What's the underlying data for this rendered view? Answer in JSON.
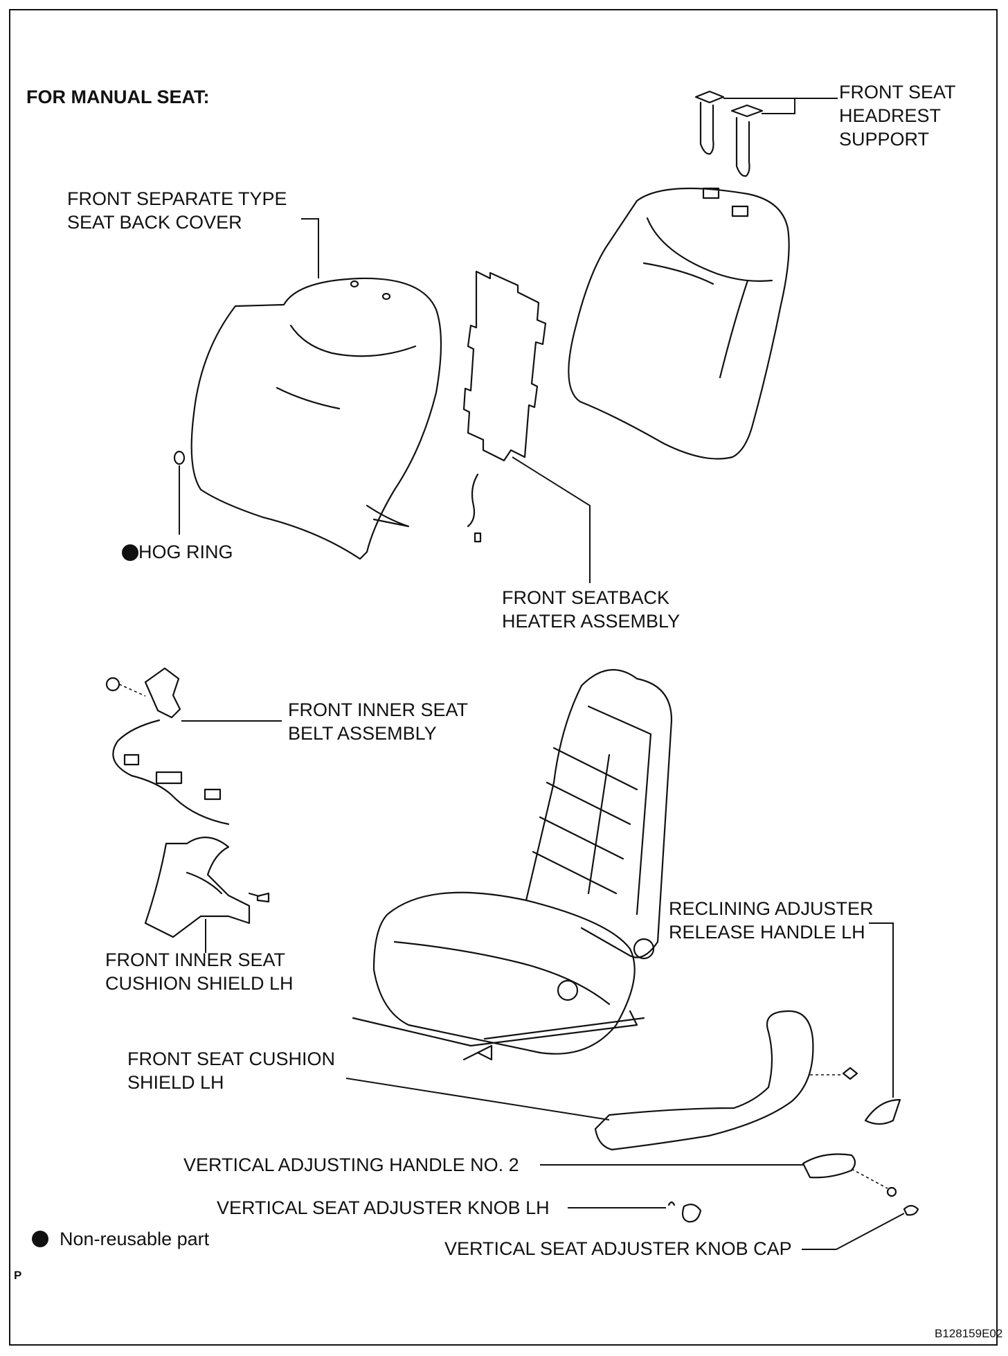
{
  "title": "FOR MANUAL SEAT:",
  "labels": {
    "headrest_support": [
      "FRONT SEAT",
      "HEADREST",
      "SUPPORT"
    ],
    "seat_back_cover": [
      "FRONT SEPARATE TYPE",
      "SEAT BACK COVER"
    ],
    "hog_ring": "HOG RING",
    "seatback_heater": [
      "FRONT SEATBACK",
      "HEATER ASSEMBLY"
    ],
    "inner_seat_belt": [
      "FRONT INNER SEAT",
      "BELT ASSEMBLY"
    ],
    "inner_cushion_shield": [
      "FRONT INNER SEAT",
      "CUSHION SHIELD LH"
    ],
    "reclining_handle": [
      "RECLINING ADJUSTER",
      "RELEASE HANDLE LH"
    ],
    "cushion_shield": [
      "FRONT SEAT CUSHION",
      "SHIELD LH"
    ],
    "vertical_handle": "VERTICAL ADJUSTING HANDLE NO. 2",
    "adjuster_knob": "VERTICAL SEAT ADJUSTER KNOB LH",
    "knob_cap": "VERTICAL SEAT ADJUSTER KNOB CAP"
  },
  "legend": {
    "non_reusable": "Non-reusable part"
  },
  "corner_mark": "P",
  "figure_id": "B128159E02"
}
